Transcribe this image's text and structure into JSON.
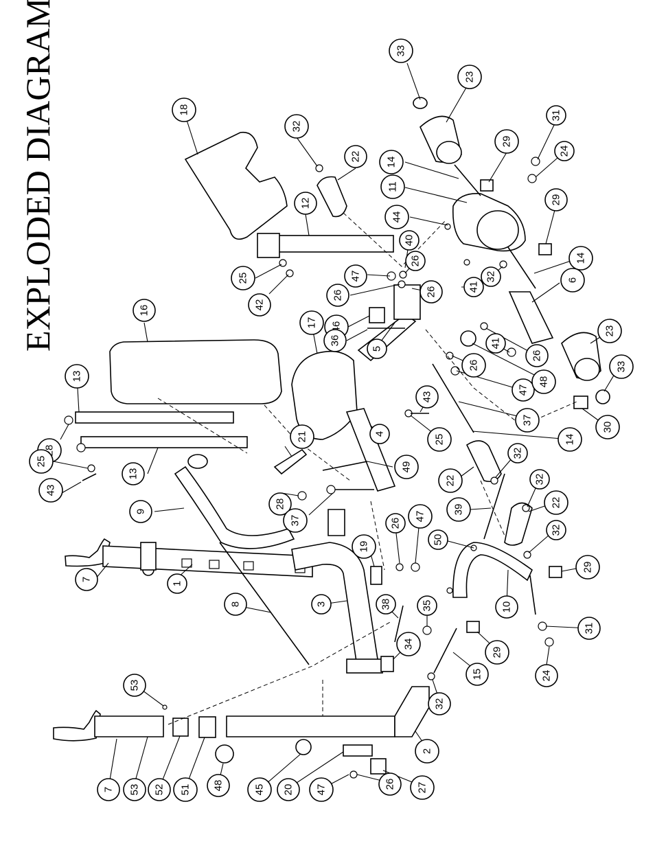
{
  "title": "EXPLODED DIAGRAM",
  "callouts": [
    {
      "id": "c33a",
      "label": "33"
    },
    {
      "id": "c23a",
      "label": "23"
    },
    {
      "id": "c31a",
      "label": "31"
    },
    {
      "id": "c24a",
      "label": "24"
    },
    {
      "id": "c29a",
      "label": "29"
    },
    {
      "id": "c14a",
      "label": "14"
    },
    {
      "id": "c11",
      "label": "11"
    },
    {
      "id": "c29b",
      "label": "29"
    },
    {
      "id": "c14b",
      "label": "14"
    },
    {
      "id": "c44",
      "label": "44"
    },
    {
      "id": "c40",
      "label": "40"
    },
    {
      "id": "c26a",
      "label": "26"
    },
    {
      "id": "c47a",
      "label": "47"
    },
    {
      "id": "c26b",
      "label": "26"
    },
    {
      "id": "c26c",
      "label": "26"
    },
    {
      "id": "c41a",
      "label": "41"
    },
    {
      "id": "c32a",
      "label": "32"
    },
    {
      "id": "c6",
      "label": "6"
    },
    {
      "id": "c23b",
      "label": "23"
    },
    {
      "id": "c33b",
      "label": "33"
    },
    {
      "id": "c46",
      "label": "46"
    },
    {
      "id": "c36",
      "label": "36"
    },
    {
      "id": "c5",
      "label": "5"
    },
    {
      "id": "c26d",
      "label": "26"
    },
    {
      "id": "c41b",
      "label": "41"
    },
    {
      "id": "c26e",
      "label": "26"
    },
    {
      "id": "c47b",
      "label": "47"
    },
    {
      "id": "c48a",
      "label": "48"
    },
    {
      "id": "c30",
      "label": "30"
    },
    {
      "id": "c18",
      "label": "18"
    },
    {
      "id": "c32b",
      "label": "32"
    },
    {
      "id": "c22a",
      "label": "22"
    },
    {
      "id": "c12",
      "label": "12"
    },
    {
      "id": "c25a",
      "label": "25"
    },
    {
      "id": "c42",
      "label": "42"
    },
    {
      "id": "c16",
      "label": "16"
    },
    {
      "id": "c17",
      "label": "17"
    },
    {
      "id": "c13a",
      "label": "13"
    },
    {
      "id": "c28a",
      "label": "28"
    },
    {
      "id": "c25b",
      "label": "25"
    },
    {
      "id": "c43a",
      "label": "43"
    },
    {
      "id": "c13b",
      "label": "13"
    },
    {
      "id": "c21",
      "label": "21"
    },
    {
      "id": "c28b",
      "label": "28"
    },
    {
      "id": "c37a",
      "label": "37"
    },
    {
      "id": "c49",
      "label": "49"
    },
    {
      "id": "c4",
      "label": "4"
    },
    {
      "id": "c43b",
      "label": "43"
    },
    {
      "id": "c25c",
      "label": "25"
    },
    {
      "id": "c37b",
      "label": "37"
    },
    {
      "id": "c14c",
      "label": "14"
    },
    {
      "id": "c22b",
      "label": "22"
    },
    {
      "id": "c32c",
      "label": "32"
    },
    {
      "id": "c9",
      "label": "9"
    },
    {
      "id": "c7a",
      "label": "7"
    },
    {
      "id": "c1",
      "label": "1"
    },
    {
      "id": "c19",
      "label": "19"
    },
    {
      "id": "c26f",
      "label": "26"
    },
    {
      "id": "c47c",
      "label": "47"
    },
    {
      "id": "c39",
      "label": "39"
    },
    {
      "id": "c32d",
      "label": "32"
    },
    {
      "id": "c22c",
      "label": "22"
    },
    {
      "id": "c50",
      "label": "50"
    },
    {
      "id": "c32e",
      "label": "32"
    },
    {
      "id": "c29c",
      "label": "29"
    },
    {
      "id": "c10",
      "label": "10"
    },
    {
      "id": "c31b",
      "label": "31"
    },
    {
      "id": "c24b",
      "label": "24"
    },
    {
      "id": "c8",
      "label": "8"
    },
    {
      "id": "c3",
      "label": "3"
    },
    {
      "id": "c38",
      "label": "38"
    },
    {
      "id": "c35",
      "label": "35"
    },
    {
      "id": "c34",
      "label": "34"
    },
    {
      "id": "c29d",
      "label": "29"
    },
    {
      "id": "c15",
      "label": "15"
    },
    {
      "id": "c32f",
      "label": "32"
    },
    {
      "id": "c53a",
      "label": "53"
    },
    {
      "id": "c7b",
      "label": "7"
    },
    {
      "id": "c53b",
      "label": "53"
    },
    {
      "id": "c52",
      "label": "52"
    },
    {
      "id": "c51",
      "label": "51"
    },
    {
      "id": "c48b",
      "label": "48"
    },
    {
      "id": "c45",
      "label": "45"
    },
    {
      "id": "c20",
      "label": "20"
    },
    {
      "id": "c47d",
      "label": "47"
    },
    {
      "id": "c26g",
      "label": "26"
    },
    {
      "id": "c27",
      "label": "27"
    },
    {
      "id": "c2",
      "label": "2"
    }
  ]
}
